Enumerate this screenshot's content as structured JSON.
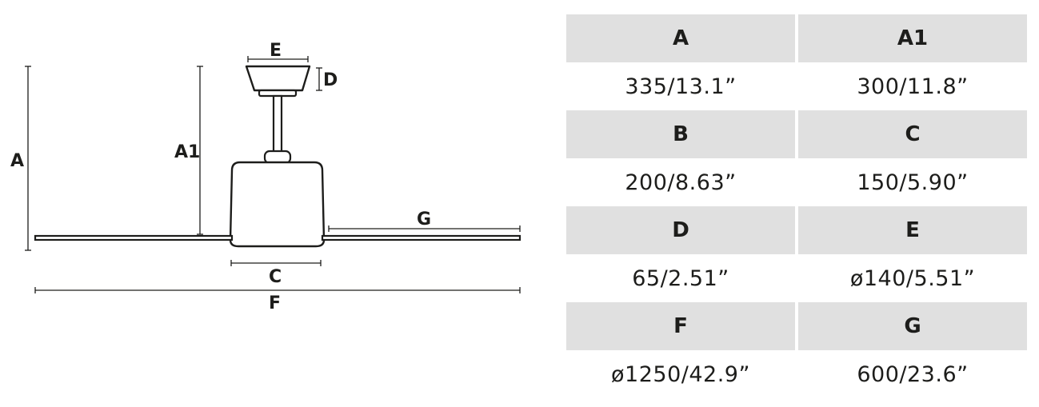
{
  "diagram": {
    "labels": {
      "A": "A",
      "A1": "A1",
      "C": "C",
      "D": "D",
      "E": "E",
      "F": "F",
      "G": "G"
    }
  },
  "specs": [
    {
      "label": "A",
      "value": "335/13.1”"
    },
    {
      "label": "A1",
      "value": "300/11.8”"
    },
    {
      "label": "B",
      "value": "200/8.63”"
    },
    {
      "label": "C",
      "value": "150/5.90”"
    },
    {
      "label": "D",
      "value": "65/2.51”"
    },
    {
      "label": "E",
      "value": "ø140/5.51”"
    },
    {
      "label": "F",
      "value": "ø1250/42.9”"
    },
    {
      "label": "G",
      "value": "600/23.6”"
    }
  ]
}
